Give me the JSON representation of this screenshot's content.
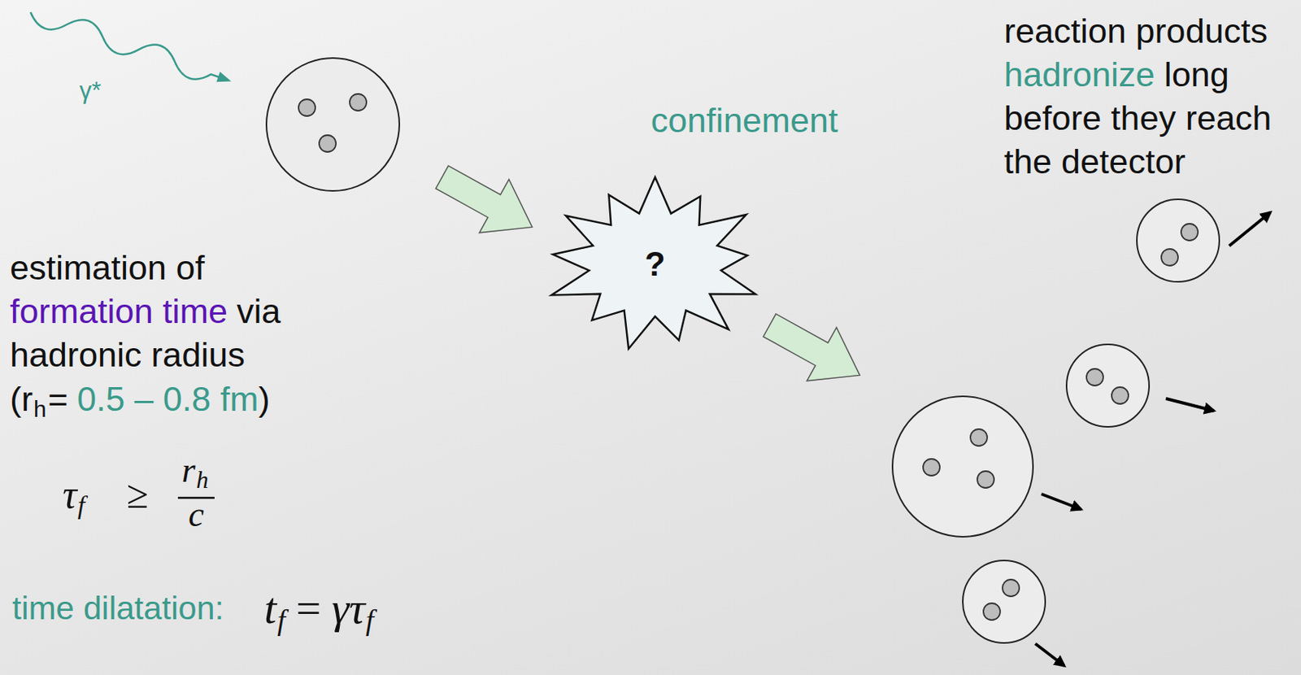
{
  "diagram": {
    "nodes": [
      {
        "text": [
          "?"
        ]
      }
    ],
    "labels": [
      "γ*",
      "confinement",
      "reaction products",
      "hadronize",
      "long",
      "before they reach",
      "the detector",
      "estimation of",
      "formation time",
      "via",
      "hadronic radius",
      "(r",
      "h",
      "=",
      "0.5 – 0.8 fm",
      ")",
      "τ",
      "f",
      "≥",
      "r",
      "h",
      "c",
      "time dilatation:",
      "t",
      "f",
      "=",
      "γτ",
      "f"
    ]
  }
}
